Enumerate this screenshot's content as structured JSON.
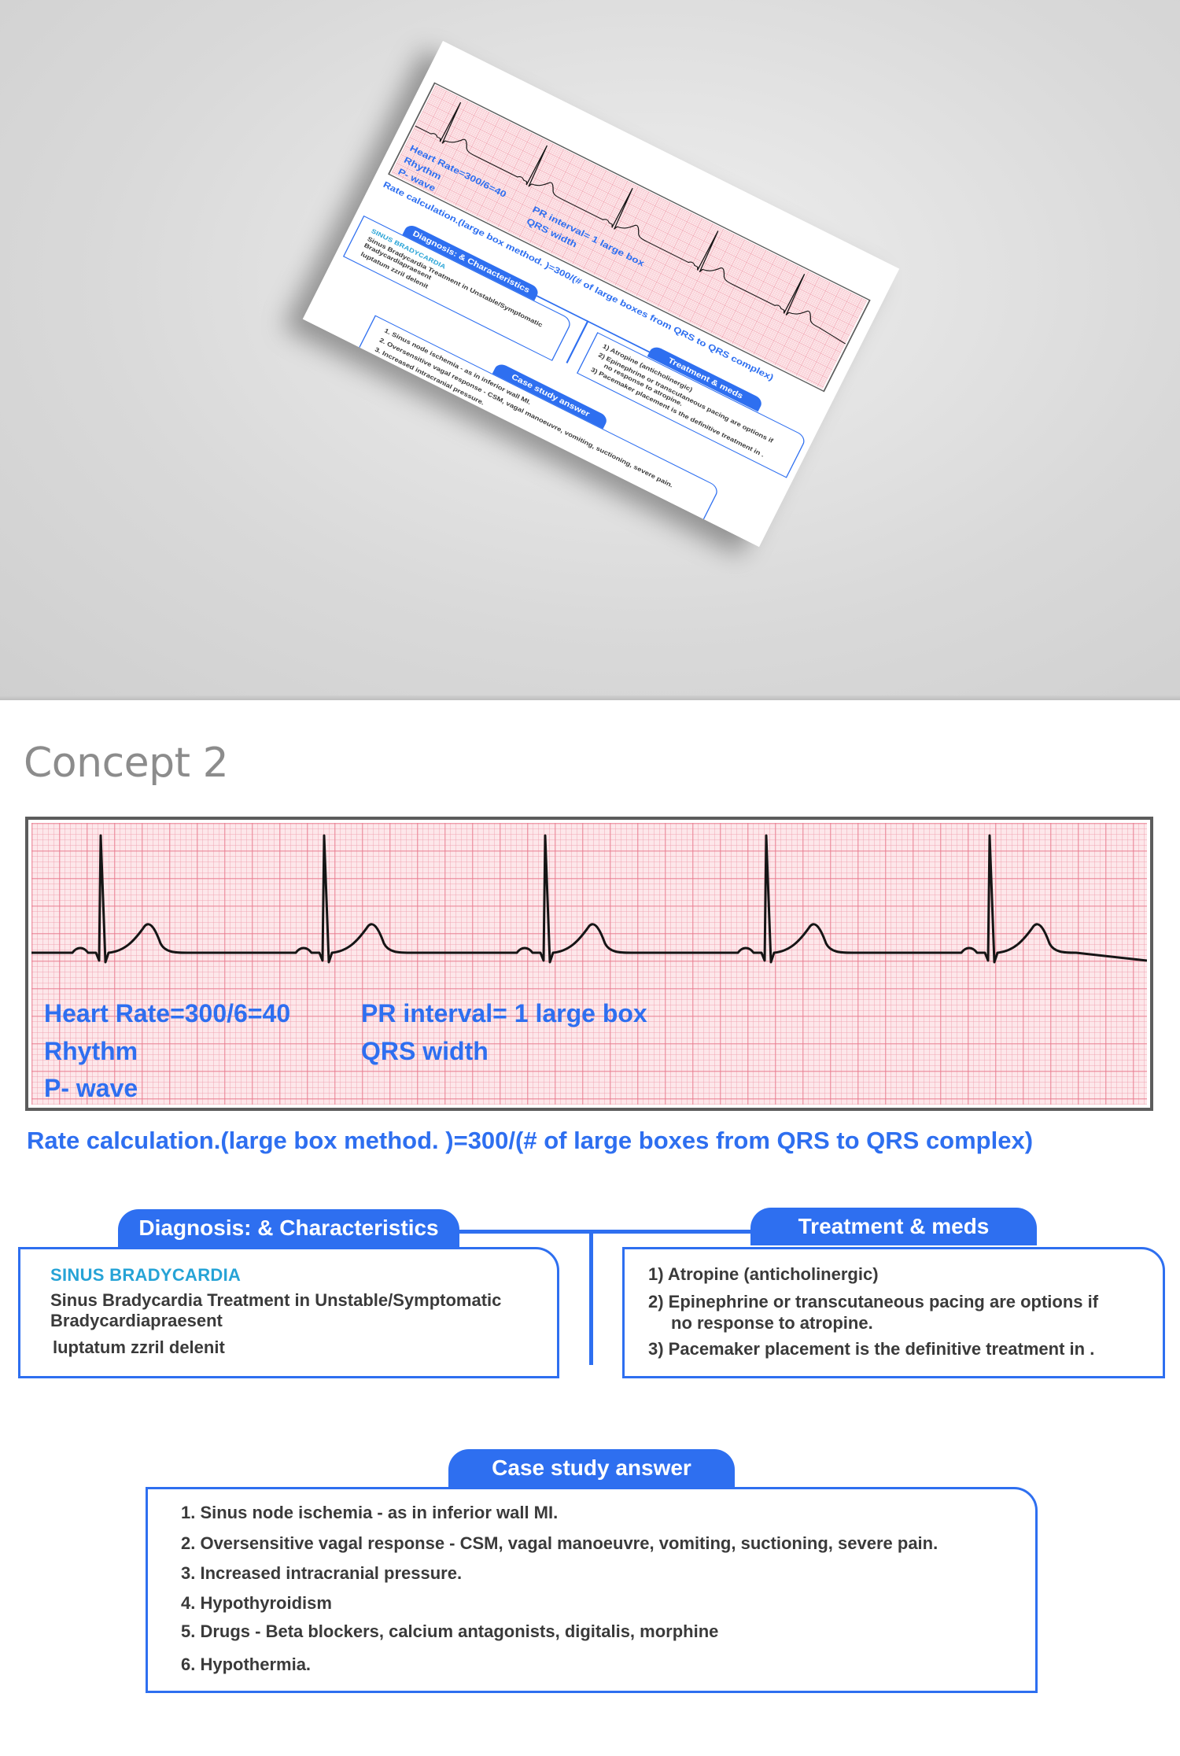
{
  "concept_title": "Concept 2",
  "ecg": {
    "heart_rate": "Heart Rate=300/6=40",
    "rhythm": "Rhythm",
    "p_wave": "P- wave",
    "pr_interval": "PR interval= 1 large box",
    "qrs_width": "QRS width"
  },
  "rate_calculation": "Rate calculation.(large box method. )=300/(# of large boxes from QRS to QRS complex)",
  "diagnosis": {
    "heading": "Diagnosis: & Characteristics",
    "title": "SINUS BRADYCARDIA",
    "line1": "Sinus Bradycardia Treatment in Unstable/Symptomatic",
    "line2": "Bradycardiapraesent",
    "line3": "luptatum zzril delenit"
  },
  "treatment": {
    "heading": "Treatment & meds",
    "items": [
      "1) Atropine (anticholinergic)",
      "2) Epinephrine or transcutaneous pacing are options if",
      "no response to atropine.",
      "3) Pacemaker placement is the definitive treatment in ."
    ]
  },
  "case_study": {
    "heading": "Case study  answer",
    "items": [
      "1. Sinus node ischemia - as in inferior wall MI.",
      "2. Oversensitive vagal response - CSM, vagal  manoeuvre, vomiting, suctioning, severe pain.",
      "3. Increased intracranial pressure.",
      "4. Hypothyroidism",
      "5. Drugs - Beta blockers, calcium antagonists, digitalis, morphine",
      "6. Hypothermia."
    ]
  },
  "colors": {
    "accent_blue": "#2e6ff0",
    "diagnosis_title": "#26a3d6",
    "ecg_grid_pink": "#fde7ea",
    "title_gray": "#8c8c8c"
  }
}
